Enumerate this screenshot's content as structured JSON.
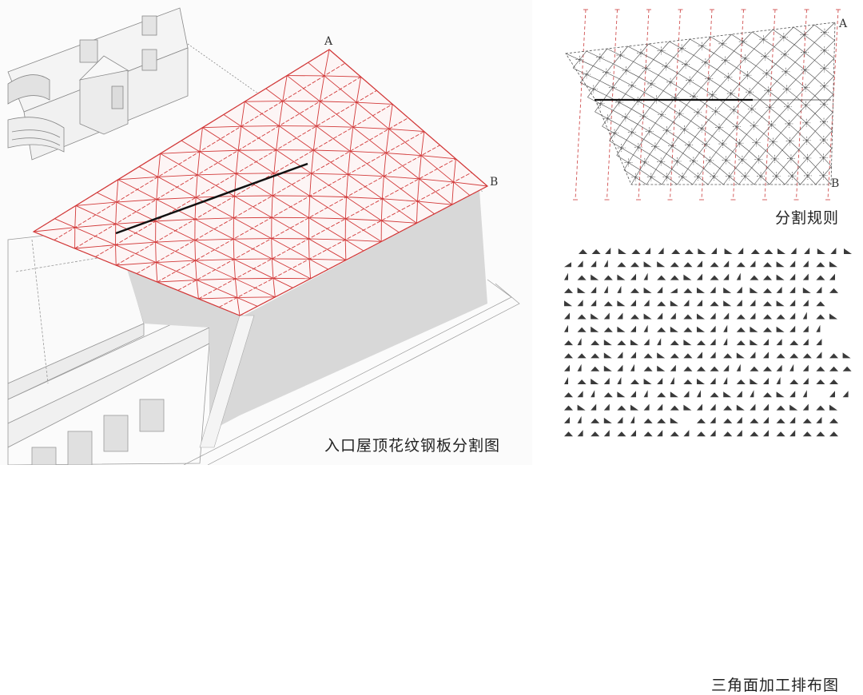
{
  "main_drawing": {
    "title": "入口屋顶花纹钢板分割图",
    "point_labels": {
      "a": "A",
      "b": "B"
    },
    "colors": {
      "grid": "#d23a3a",
      "ridge": "#111111",
      "shadow": "#d6d6d6",
      "building_line": "#888888"
    }
  },
  "rule_drawing": {
    "title": "分割规则",
    "point_labels": {
      "a": "A",
      "b": "B"
    },
    "colors": {
      "guides": "#d05050",
      "mesh": "#333333",
      "ridge": "#111111"
    },
    "guide_count": 9
  },
  "layout_drawing": {
    "title": "三角面加工排布图",
    "colors": {
      "fill": "#3a3a3a"
    },
    "rows": [
      "aaRbaRRaabRbRaabRRbRb",
      "rRRlaabbaaRaRaRabRRab",
      "lababRlaabRaRlaabRRaR",
      "abRllabRrabRbRbaRRbRa",
      "bRRabRRabRRabRRabRRa",
      "RabRRabRRabRRaRaaRlab",
      "lababRlababRlababRRl",
      "alababRlabaRlabRRaRR",
      "aaabRRabaaRRabRRaaaRab",
      "RlabRlabRaaaRlaaRlRaaa",
      "labRlabRlabRlabRlaRaa",
      "aRlabRlabRlabRlabRl.RR",
      "abRRabRRabRRabRRabRab",
      "RlabRlaab.aRaRaRaRaRa",
      "aRaRaRaRaRaRaRaRaRaaa"
    ]
  }
}
